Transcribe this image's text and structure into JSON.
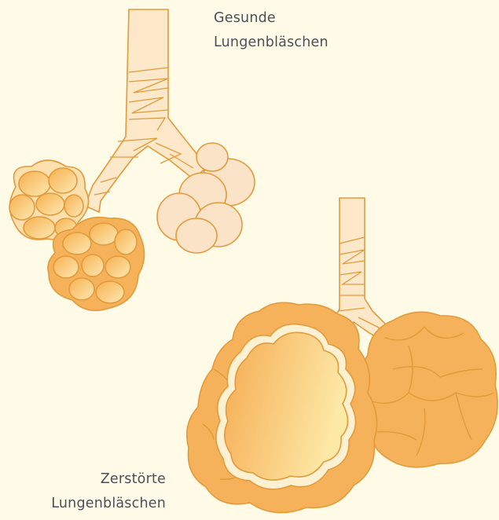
{
  "labels": {
    "healthy": {
      "line1": "Gesunde",
      "line2": "Lungenbläschen"
    },
    "destroyed": {
      "line1": "Zerstörte",
      "line2": "Lungenbläschen"
    }
  },
  "colors": {
    "background": "#fffbe6",
    "outline": "#e39a3a",
    "airway_fill": "#fde8c9",
    "alveolus_dark": "#f4a748",
    "alveolus_light": "#fde7b5",
    "alveolus_pale": "#fbe3c8",
    "label_text": "#4a4f5c"
  }
}
